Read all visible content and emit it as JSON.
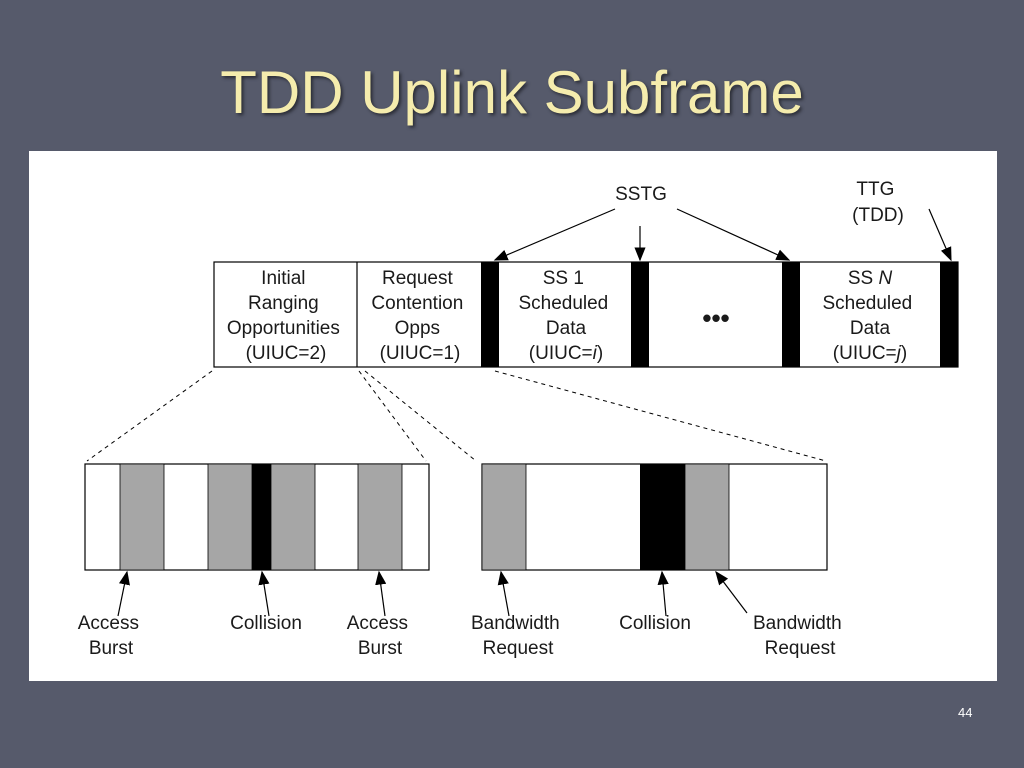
{
  "slide": {
    "title": "TDD Uplink Subframe",
    "page_number": "44"
  },
  "diagram": {
    "top_frame": {
      "cells": [
        {
          "lines": [
            "Initial",
            "Ranging",
            "Opportunities",
            "(UIUC=2)"
          ]
        },
        {
          "lines": [
            "Request",
            "Contention",
            "Opps",
            "(UIUC=1)"
          ]
        },
        {
          "lines": [
            "SS 1",
            "Scheduled",
            "Data",
            "(UIUC=",
            "i",
            ")"
          ]
        },
        {
          "ellipsis": "•••"
        },
        {
          "lines": [
            "SS ",
            "N",
            "Scheduled",
            "Data",
            "(UIUC=",
            "j",
            ")"
          ]
        }
      ]
    },
    "labels": {
      "sstg": "SSTG",
      "ttg_line1": "TTG",
      "ttg_line2": "(TDD)",
      "access_burst_1": [
        "Access",
        "Burst"
      ],
      "collision_1": "Collision",
      "access_burst_2": [
        "Access",
        "Burst"
      ],
      "bandwidth_request_1": [
        "Bandwidth",
        "Request"
      ],
      "collision_2": "Collision",
      "bandwidth_request_2": [
        "Bandwidth",
        "Request"
      ]
    }
  }
}
